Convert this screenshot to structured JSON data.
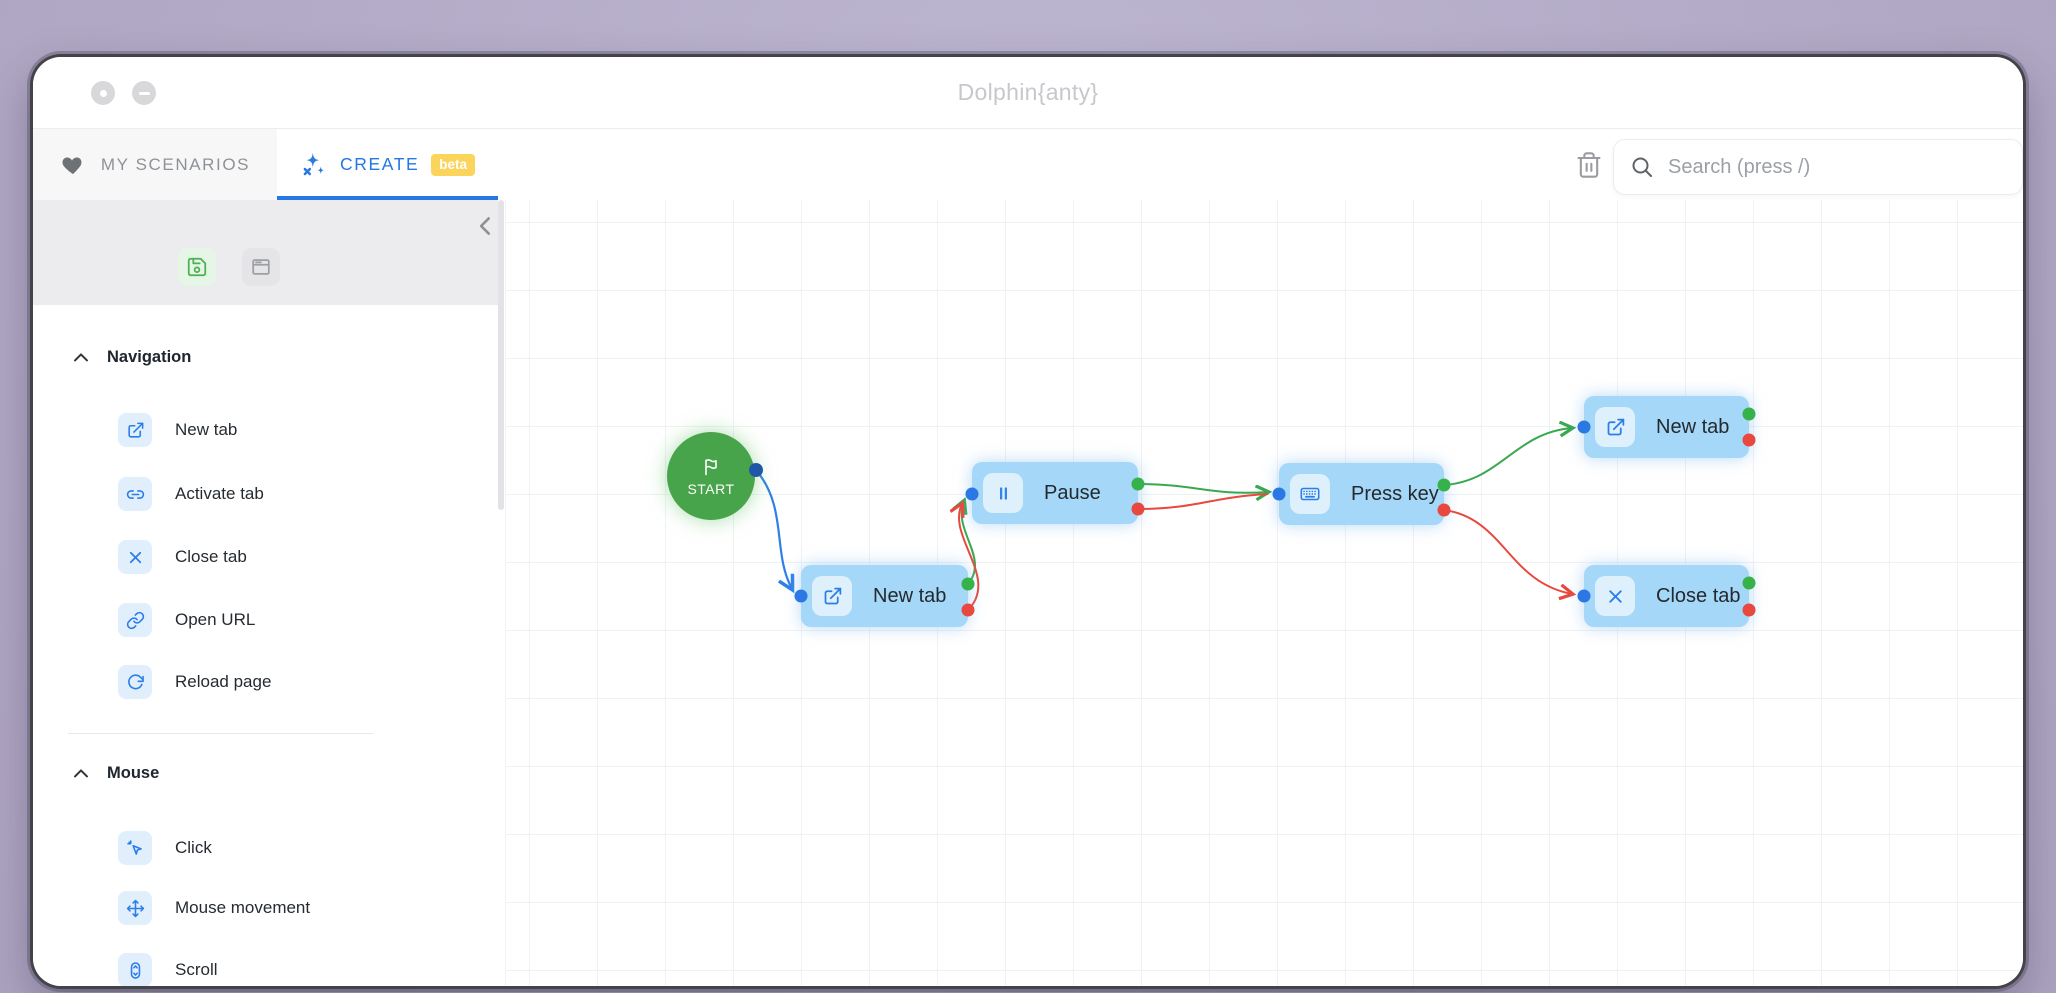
{
  "window": {
    "title": "Dolphin{anty}"
  },
  "tabs": {
    "my_scenarios": "MY SCENARIOS",
    "create": "CREATE",
    "beta_badge": "beta"
  },
  "search": {
    "placeholder": "Search (press /)"
  },
  "sidebar": {
    "sections": [
      {
        "label": "Navigation",
        "items": [
          {
            "label": "New tab",
            "icon": "new-tab-icon"
          },
          {
            "label": "Activate tab",
            "icon": "activate-tab-icon"
          },
          {
            "label": "Close tab",
            "icon": "close-tab-icon"
          },
          {
            "label": "Open URL",
            "icon": "open-url-icon"
          },
          {
            "label": "Reload page",
            "icon": "reload-page-icon"
          }
        ]
      },
      {
        "label": "Mouse",
        "items": [
          {
            "label": "Click",
            "icon": "click-icon"
          },
          {
            "label": "Mouse movement",
            "icon": "mouse-movement-icon"
          },
          {
            "label": "Scroll",
            "icon": "scroll-icon"
          }
        ]
      }
    ]
  },
  "canvas": {
    "start_node": {
      "label": "START"
    },
    "nodes": [
      {
        "id": "new-tab-1",
        "label": "New tab",
        "icon": "external-link-icon"
      },
      {
        "id": "pause",
        "label": "Pause",
        "icon": "pause-icon"
      },
      {
        "id": "press-key",
        "label": "Press key",
        "icon": "keyboard-icon"
      },
      {
        "id": "new-tab-2",
        "label": "New tab",
        "icon": "external-link-icon"
      },
      {
        "id": "close-tab",
        "label": "Close tab",
        "icon": "close-icon"
      }
    ],
    "colors": {
      "node_bg": "#a5d7f8",
      "start_green": "#47a44b",
      "edge_blue": "#2f7fe8",
      "edge_green": "#3aa84f",
      "edge_red": "#e8483d",
      "port_input_blue": "#2b78e4",
      "port_success_green": "#36b24a",
      "port_fail_red": "#e8483d",
      "accent_blue": "#2577e5",
      "beta_badge_yellow": "#fbd45c"
    }
  }
}
